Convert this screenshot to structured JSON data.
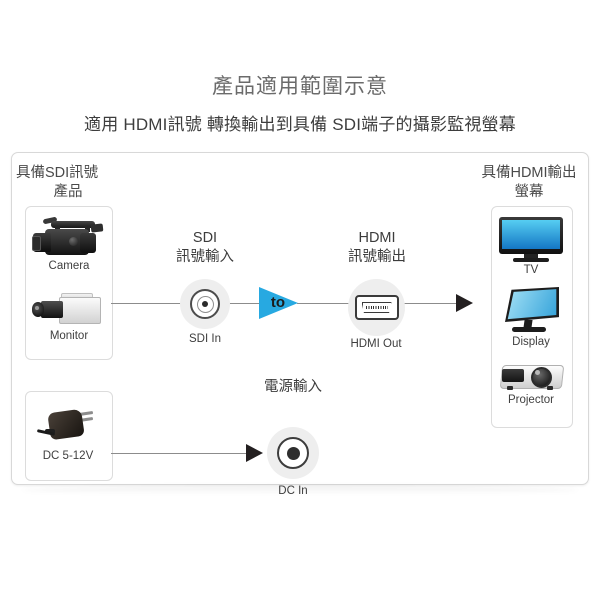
{
  "page": {
    "title_main": "產品適用範圍示意",
    "title_sub": "適用 HDMI訊號 轉換輸出到具備 SDI端子的攝影監視螢幕"
  },
  "colors": {
    "accent_blue": "#27a9e1",
    "screen_blue": "#2e9fd8",
    "frame_border": "#d8d8d8",
    "line": "#8c8c8c",
    "arrow": "#231f20",
    "node_bg": "#eeeeee"
  },
  "left_panel": {
    "heading_line1": "具備SDI訊號",
    "heading_line2": "產品",
    "items": [
      {
        "label": "Camera",
        "icon": "camcorder-icon"
      },
      {
        "label": "Monitor",
        "icon": "box-camera-icon"
      }
    ]
  },
  "power_panel": {
    "items": [
      {
        "label": "DC 5-12V",
        "icon": "power-adapter-icon"
      }
    ]
  },
  "right_panel": {
    "heading_line1": "具備HDMI輸出",
    "heading_line2": "螢幕",
    "items": [
      {
        "label": "TV",
        "icon": "tv-icon"
      },
      {
        "label": "Display",
        "icon": "monitor-icon"
      },
      {
        "label": "Projector",
        "icon": "projector-icon"
      }
    ]
  },
  "ports": {
    "sdi": {
      "title_line1": "SDI",
      "title_line2": "訊號輸入",
      "caption": "SDI In",
      "icon": "bnc-connector-icon"
    },
    "hdmi": {
      "title_line1": "HDMI",
      "title_line2": "訊號輸出",
      "caption": "HDMI Out",
      "icon": "hdmi-port-icon"
    },
    "dc": {
      "title": "電源輸入",
      "caption": "DC In",
      "icon": "dc-jack-icon"
    }
  },
  "converter": {
    "label": "to",
    "icon": "blue-triangle-icon"
  }
}
